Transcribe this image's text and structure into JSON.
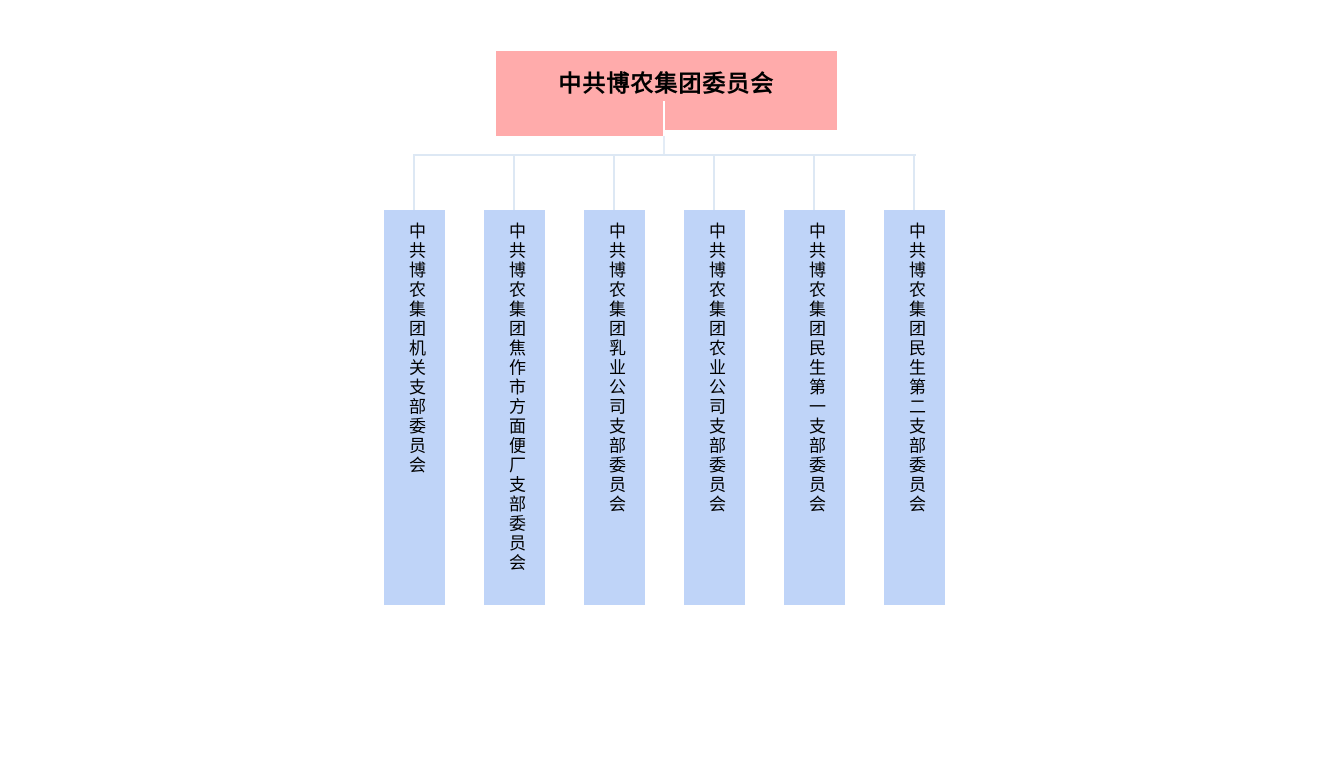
{
  "org": {
    "root": {
      "label": "中共博农集团委员会",
      "bg_color": "#ffabab",
      "text_color": "#000000"
    },
    "children": [
      {
        "label": "中共博农集团机关支部委员会"
      },
      {
        "label": "中共博农集团焦作市方面便厂支部委员会"
      },
      {
        "label": "中共博农集团乳业公司支部委员会"
      },
      {
        "label": "中共博农集团农业公司支部委员会"
      },
      {
        "label": "中共博农集团民生第一支部委员会"
      },
      {
        "label": "中共博农集团民生第二支部委员会"
      }
    ],
    "child_bg_color": "#bfd4f8",
    "child_text_color": "#000000",
    "connector_color": "#dde8f4",
    "page_bg_color": "#ffffff"
  }
}
